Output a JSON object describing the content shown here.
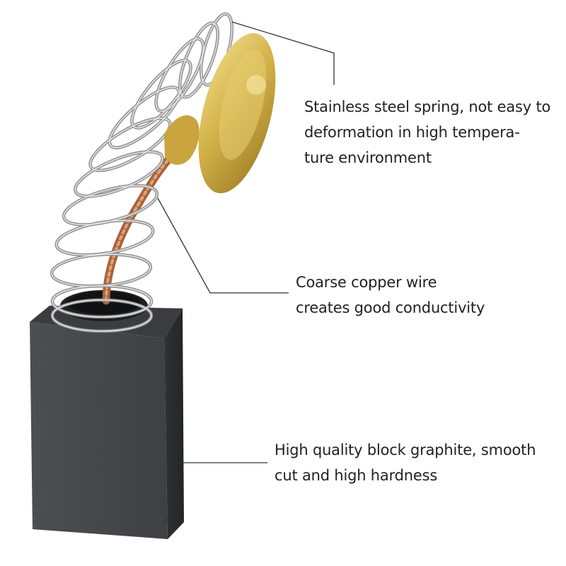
{
  "callouts": {
    "spring": {
      "lines": [
        "Stainless steel spring, not easy to",
        "deformation in high tempera-",
        "ture environment"
      ]
    },
    "wire": {
      "lines": [
        "Coarse copper wire",
        "creates good conductivity"
      ]
    },
    "graphite": {
      "lines": [
        "High quality block graphite, smooth",
        "cut and high hardness"
      ]
    }
  },
  "colors": {
    "text": "#231f20",
    "leader": "#333333",
    "graphite_front": "#46474a",
    "graphite_side": "#2b2c2e",
    "graphite_top": "#3a3b3d",
    "spring_steel": "#b9b9b9",
    "copper": "#c27a4a",
    "brass": "#d2b04a"
  }
}
